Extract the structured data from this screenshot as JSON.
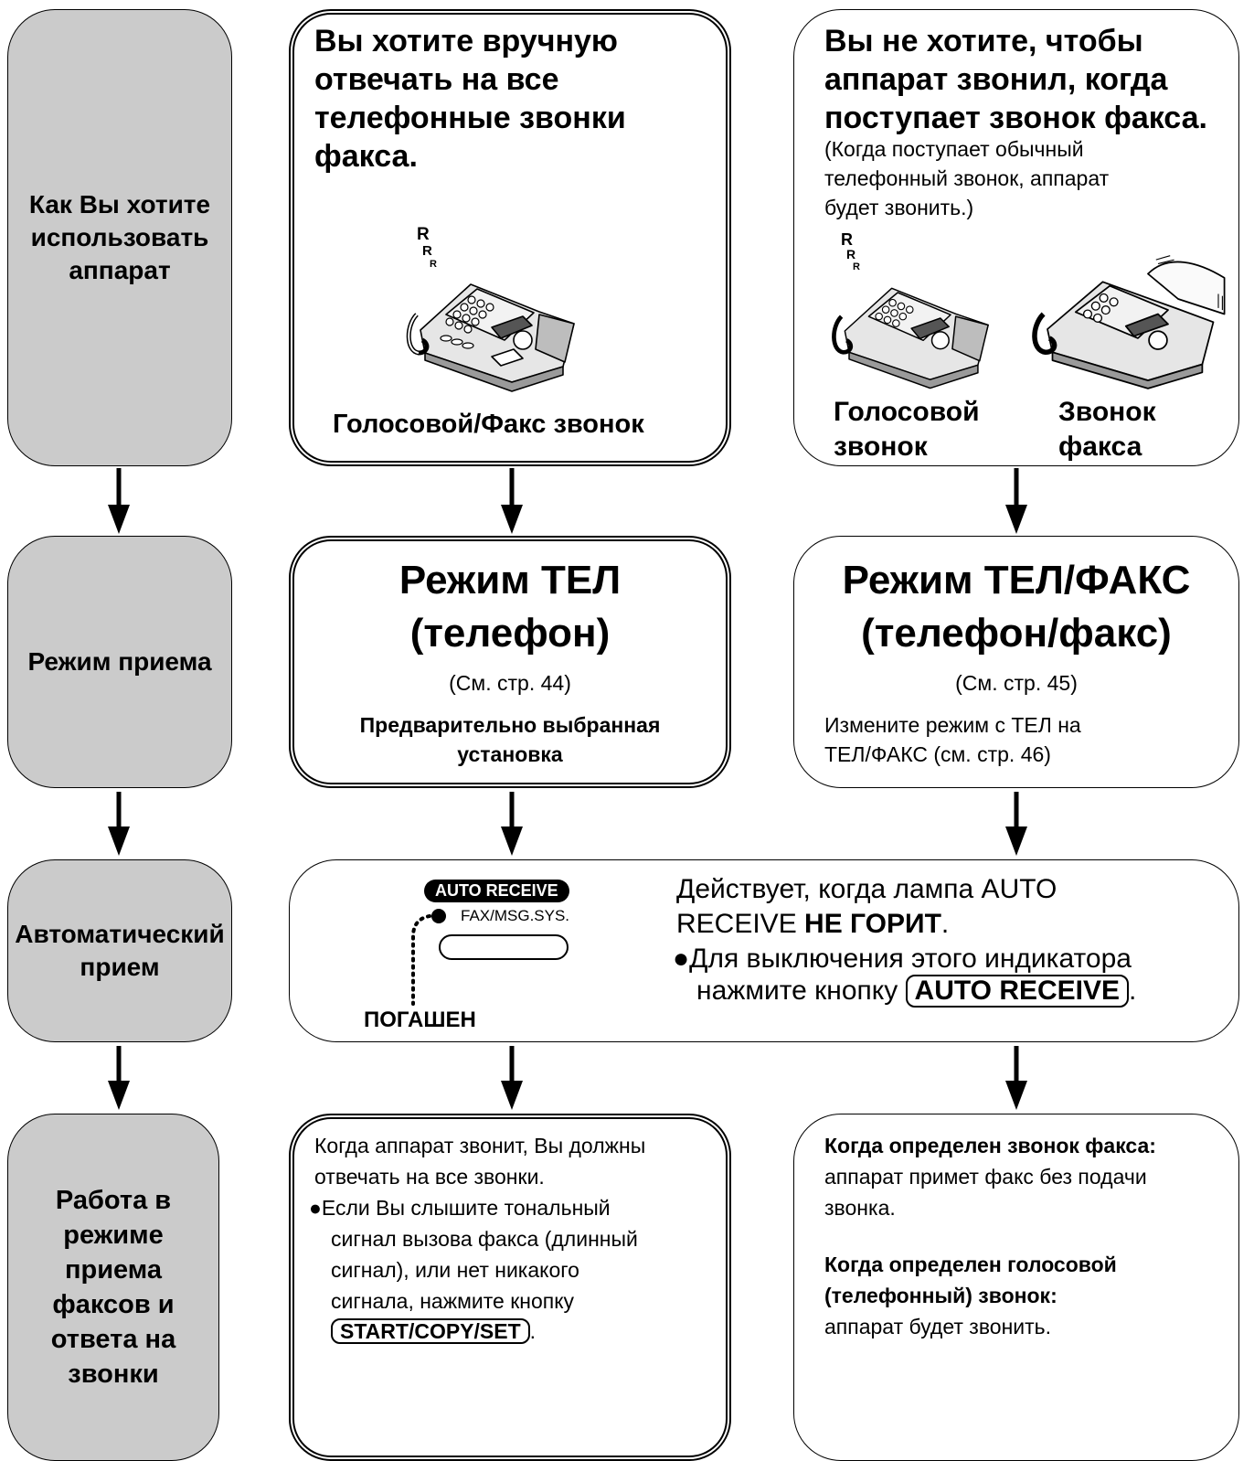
{
  "left_column": {
    "row1": "Как Вы хотите использовать аппарат",
    "row2": "Режим приема",
    "row3": "Автоматический прием",
    "row4": "Работа в режиме приема факсов и ответа на звонки"
  },
  "tel_mode": {
    "question_lines": [
      "Вы хотите вручную",
      "отвечать на все",
      "телефонные звонки",
      "факса."
    ],
    "ring_letters": [
      "R",
      "R",
      "R"
    ],
    "call_label": "Голосовой/Факс звонок",
    "mode_title_line1": "Режим ТЕЛ",
    "mode_title_line2": "(телефон)",
    "page_ref": "(См. стр. 44)",
    "preset_line1": "Предварительно выбранная",
    "preset_line2": "установка",
    "operation_lines": [
      "Когда аппарат звонит, Вы должны",
      "отвечать на все звонки.",
      "●Если Вы слышите тональный",
      "сигнал вызова факса (длинный",
      "сигнал), или нет никакого",
      "сигнала, нажмите кнопку"
    ],
    "operation_key": "START/COPY/SET",
    "operation_end": "."
  },
  "telfax_mode": {
    "question_lines": [
      "Вы не хотите, чтобы",
      "аппарат звонил, когда",
      "поступает звонок факса."
    ],
    "note_lines": [
      "(Когда поступает обычный",
      "телефонный звонок, аппарат",
      "будет звонить.)"
    ],
    "ring_letters": [
      "R",
      "R",
      "R"
    ],
    "voice_label_line1": "Голосовой",
    "voice_label_line2": "звонок",
    "fax_label_line1": "Звонок",
    "fax_label_line2": "факса",
    "mode_title_line1": "Режим ТЕЛ/ФАКС",
    "mode_title_line2": "(телефон/факс)",
    "page_ref": "(См. стр. 45)",
    "change_line1": "Измените режим с ТЕЛ на",
    "change_line2": "ТЕЛ/ФАКС (см. стр. 46)",
    "op_fax_heading": "Когда определен звонок факса:",
    "op_fax_line1": "аппарат примет факс без подачи",
    "op_fax_line2": "звонка.",
    "op_voice_heading1": "Когда определен голосовой",
    "op_voice_heading2": "(телефонный) звонок:",
    "op_voice_line": "аппарат будет звонить."
  },
  "auto_receive": {
    "panel_label": "AUTO RECEIVE",
    "indicator_label": "FAX/MSG.SYS.",
    "lamp_state": "ПОГАШЕН",
    "line1": "Действует, когда лампа AUTO",
    "line2_normal": "RECEIVE ",
    "line2_bold": "НЕ ГОРИТ",
    "line2_end": ".",
    "bullet_line1": "●Для выключения этого индикатора",
    "bullet_line2_prefix": "нажмите кнопку ",
    "key_label": "AUTO RECEIVE",
    "bullet_line2_end": "."
  }
}
